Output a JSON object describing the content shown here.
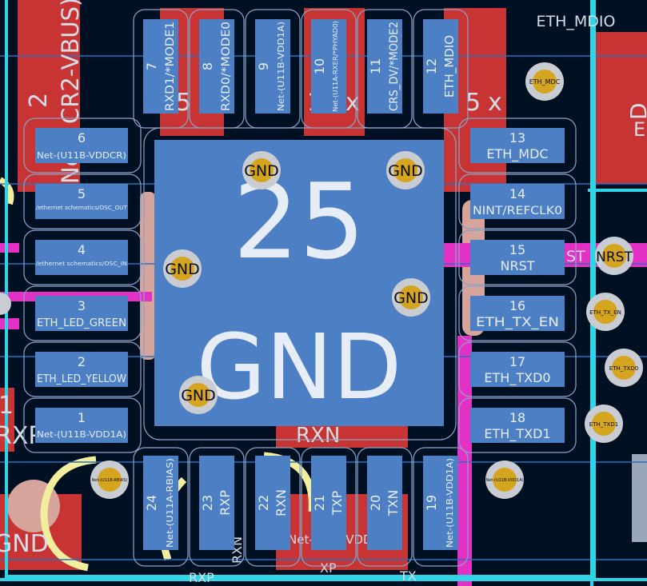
{
  "colors": {
    "board": "#001023",
    "copper_front": "#c83434",
    "pad_blue": "#4d7fc4",
    "pad_text": "#e6edf7",
    "via_ring": "#c9cdd3",
    "via_center": "#d6a520",
    "silkscreen": "#f2ee9d",
    "magenta_trace": "#e331c6",
    "cyan_outline": "#2fd5e6",
    "clearance_outline": "#8aa4c8",
    "paste": "#d6a49a"
  },
  "net_labels": {
    "eth_mdio_top": "ETH_MDIO",
    "eth_mdc_via": "ETH_MDC",
    "nrst_left": "ST",
    "nrst_via": "NRST",
    "eth_tx_en_via": "ETH_TX_EN",
    "eth_txd0_via": "ETH_TXD0",
    "eth_txd1_via": "ETH_TXD1",
    "vbus_bottom_via": "Net-(U11B-RBIAS)",
    "vdd1a_via": "Net-(U11B-VDD1A)",
    "rxn_center": "RXN"
  },
  "edge_labels": {
    "cr2_vbus": "CR2-VBUS)",
    "pin2_left": "2",
    "net_left": "Net",
    "pin1_left": "1",
    "rxp_left": "RXP",
    "gnd_bottom_left": "GND",
    "top_pad_glyph_5": "5",
    "top_pad_glyph_x": "x",
    "top_pad_glyph_1": "1",
    "top_pad_glyph_5b": "5",
    "top_pad_glyph_x2": "x",
    "right_e": "E",
    "right_d": "D",
    "bottom_net_vdd": "Net-(U12-VDD)",
    "bottom_rxn": "RXN",
    "bottom_rxp": "RXP",
    "bottom_xp": "XP",
    "bottom_tx": "TX"
  },
  "center_pad": {
    "number": "25",
    "net": "GND"
  },
  "gnd_via_label": "GND",
  "pins_left": [
    {
      "num": "6",
      "net": "Net-(U11B-VDDCR)"
    },
    {
      "num": "5",
      "net": "/ethernet schematics/OSC_OUT"
    },
    {
      "num": "4",
      "net": "/ethernet schematics/OSC_IN"
    },
    {
      "num": "3",
      "net": "ETH_LED_GREEN"
    },
    {
      "num": "2",
      "net": "ETH_LED_YELLOW"
    },
    {
      "num": "1",
      "net": "Net-(U11B-VDD1A)"
    }
  ],
  "pins_right": [
    {
      "num": "13",
      "net": "ETH_MDC"
    },
    {
      "num": "14",
      "net": "NINT/REFCLK0"
    },
    {
      "num": "15",
      "net": "NRST"
    },
    {
      "num": "16",
      "net": "ETH_TX_EN"
    },
    {
      "num": "17",
      "net": "ETH_TXD0"
    },
    {
      "num": "18",
      "net": "ETH_TXD1"
    }
  ],
  "pins_top": [
    {
      "num": "7",
      "net": "RXD1/*MODE1"
    },
    {
      "num": "8",
      "net": "RXD0/*MODE0"
    },
    {
      "num": "9",
      "net": "Net-(U11B-VDD1A)"
    },
    {
      "num": "10",
      "net": "Net-(U11A-RXER/*PHYAD0)"
    },
    {
      "num": "11",
      "net": "CRS_DV/*MODE2"
    },
    {
      "num": "12",
      "net": "ETH_MDIO"
    }
  ],
  "pins_bottom": [
    {
      "num": "24",
      "net": "Net-(U11A-RBIAS)"
    },
    {
      "num": "23",
      "net": "RXP"
    },
    {
      "num": "22",
      "net": "RXN"
    },
    {
      "num": "21",
      "net": "TXP"
    },
    {
      "num": "20",
      "net": "TXN"
    },
    {
      "num": "19",
      "net": "Net-(U11B-VDD1A)"
    }
  ]
}
